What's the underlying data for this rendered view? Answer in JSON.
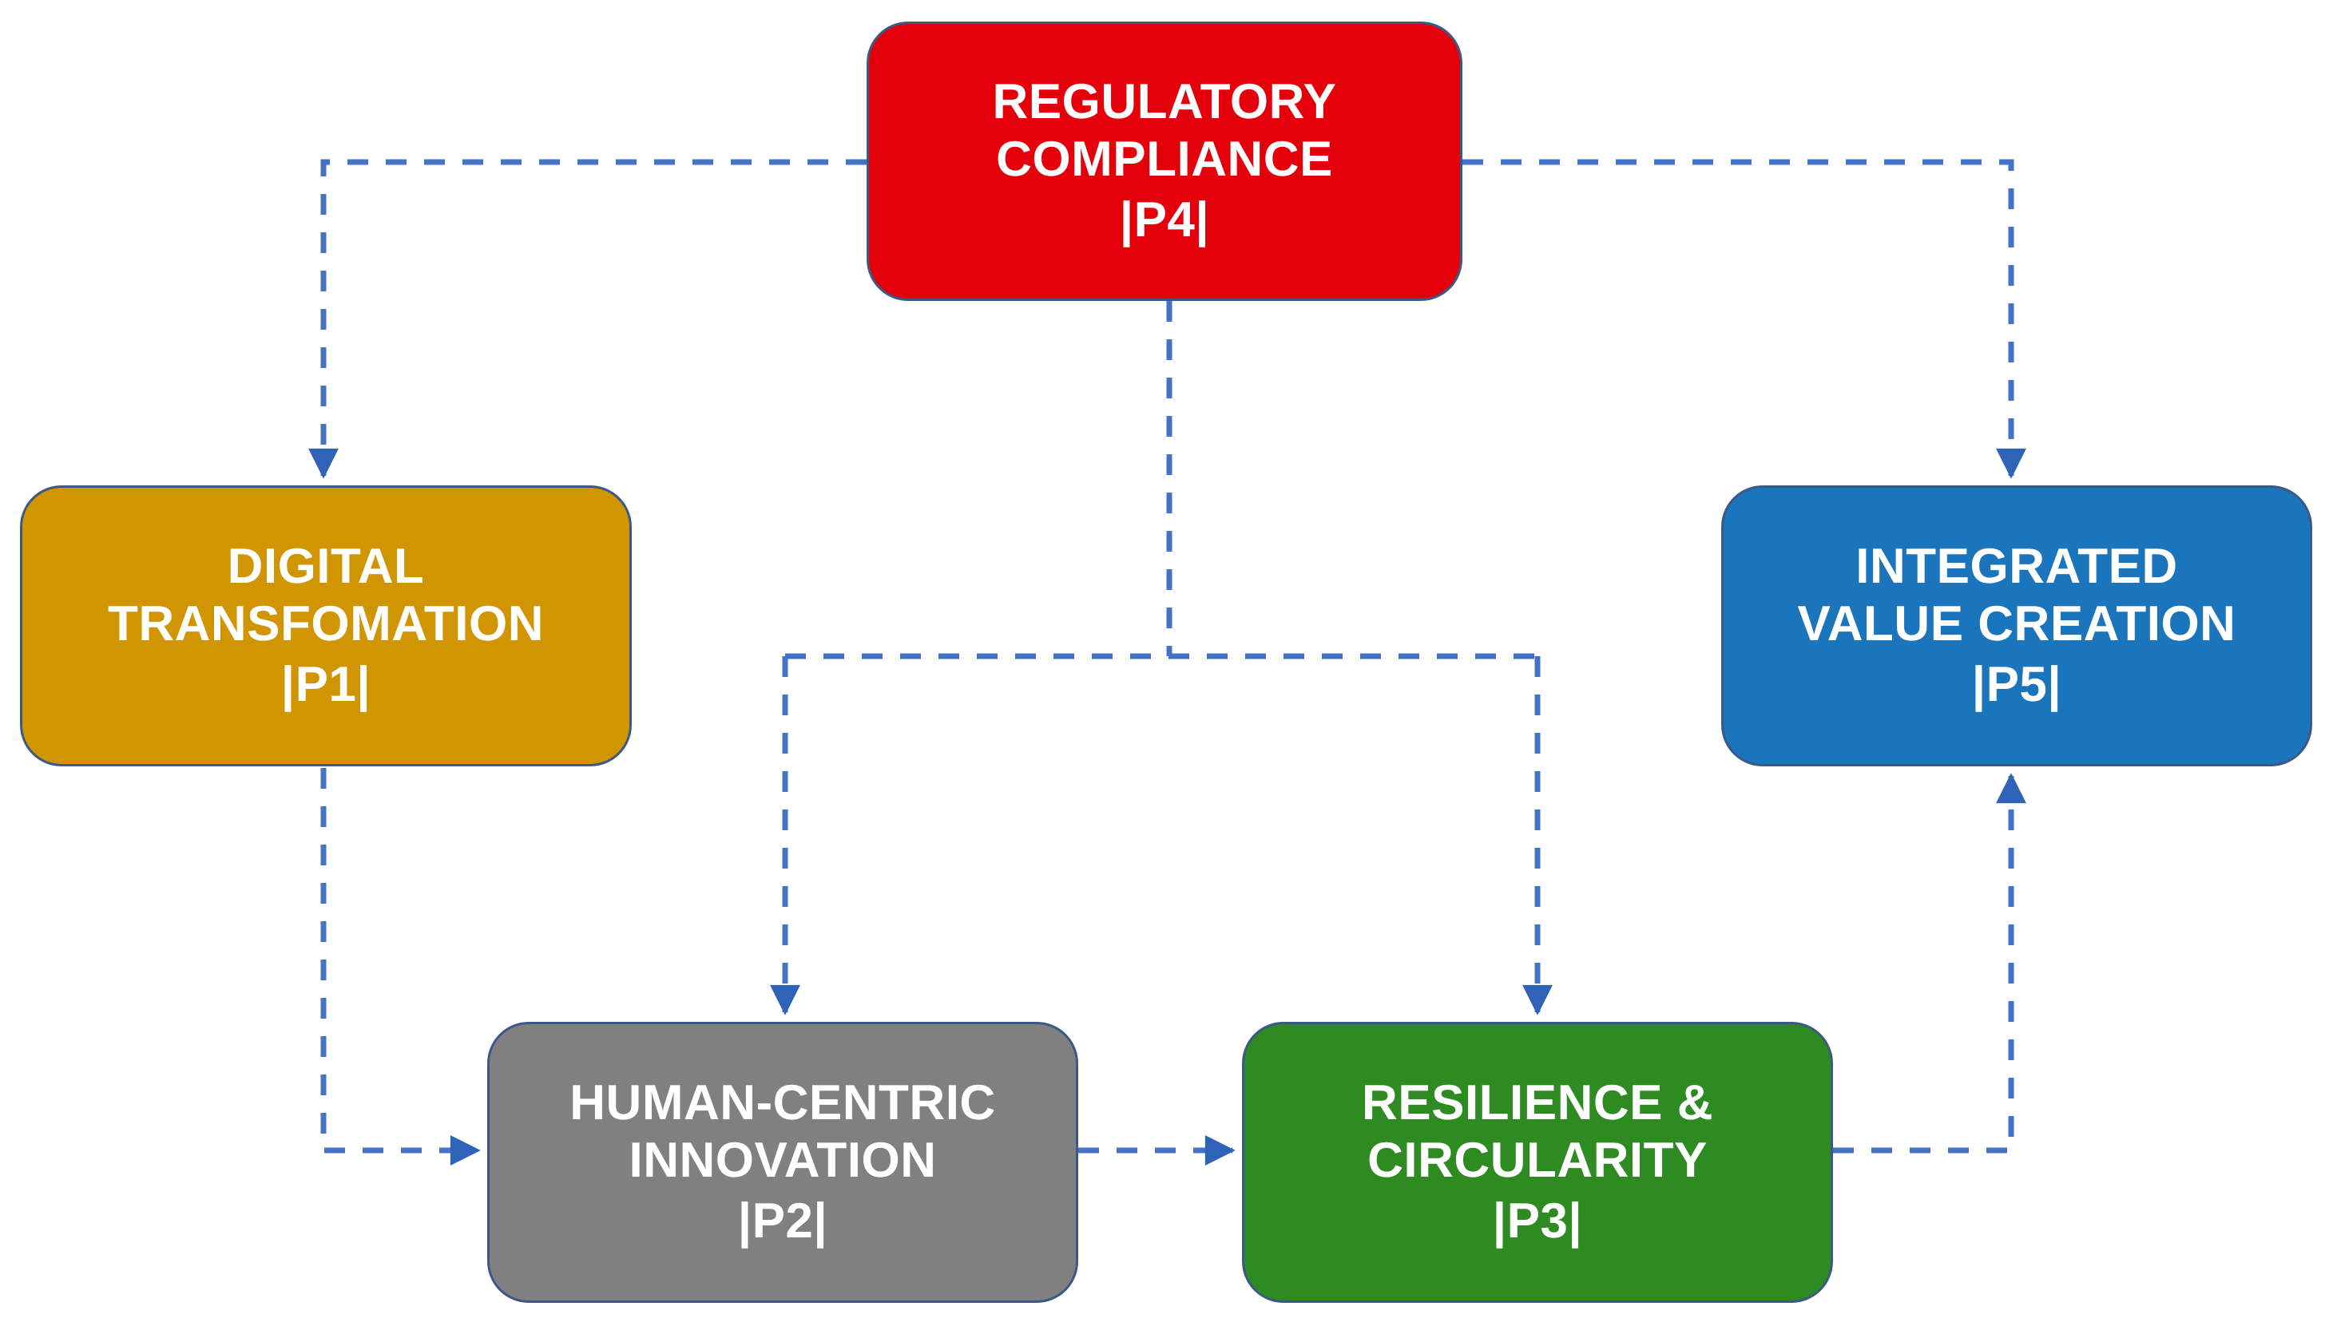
{
  "diagram": {
    "title": "Pillars framework diagram",
    "background_color": "#FFFFFF",
    "edge_color": "#4472C4",
    "edge_style": "dashed",
    "nodes": [
      {
        "id": "P4",
        "code": "|P4|",
        "line1": "REGULATORY",
        "line2": "COMPLIANCE",
        "fill": "#E3000B",
        "border": "#3A5A85",
        "text_color": "#FFFFFF"
      },
      {
        "id": "P1",
        "code": "|P1|",
        "line1": "DIGITAL",
        "line2": "TRANSFOMATION",
        "fill": "#D09500",
        "border": "#3A5A85",
        "text_color": "#FFFFFF"
      },
      {
        "id": "P5",
        "code": "|P5|",
        "line1": "INTEGRATED",
        "line2": "VALUE CREATION",
        "fill": "#1B75BC",
        "border": "#3A5A85",
        "text_color": "#FFFFFF"
      },
      {
        "id": "P2",
        "code": "|P2|",
        "line1": "HUMAN-CENTRIC",
        "line2": "INNOVATION",
        "fill": "#808080",
        "border": "#3A5A85",
        "text_color": "#FFFFFF"
      },
      {
        "id": "P3",
        "code": "|P3|",
        "line1": "RESILIENCE &",
        "line2": "CIRCULARITY",
        "fill": "#2E8B22",
        "border": "#3A5A85",
        "text_color": "#FFFFFF"
      }
    ],
    "edges": [
      {
        "id": "p4-to-p1",
        "from": "P4",
        "to": "P1",
        "arrow": "down"
      },
      {
        "id": "p4-to-p5",
        "from": "P4",
        "to": "P5",
        "arrow": "down"
      },
      {
        "id": "p4-to-p2",
        "from": "P4",
        "to": "P2",
        "arrow": "down"
      },
      {
        "id": "p4-to-p3",
        "from": "P4",
        "to": "P3",
        "arrow": "down"
      },
      {
        "id": "p1-to-p2",
        "from": "P1",
        "to": "P2",
        "arrow": "right"
      },
      {
        "id": "p2-to-p3",
        "from": "P2",
        "to": "P3",
        "arrow": "right"
      },
      {
        "id": "p3-to-p5",
        "from": "P3",
        "to": "P5",
        "arrow": "up"
      }
    ]
  }
}
